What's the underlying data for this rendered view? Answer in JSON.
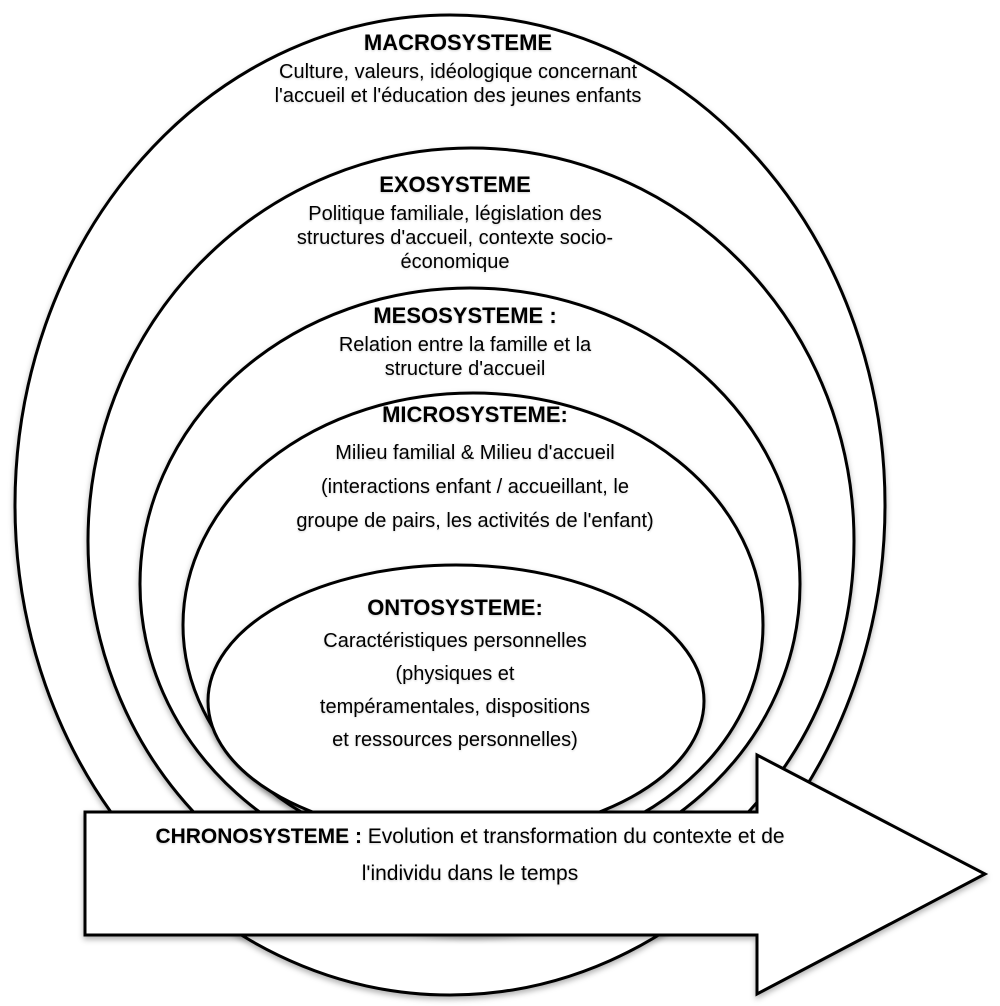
{
  "layers": [
    {
      "id": "macrosysteme",
      "title": "MACROSYSTEME",
      "lines": [
        "Culture, valeurs, idéologique concernant",
        "l'accueil et l'éducation des jeunes enfants"
      ]
    },
    {
      "id": "exosysteme",
      "title": "EXOSYSTEME",
      "lines": [
        "Politique familiale, législation des",
        "structures d'accueil, contexte socio-",
        "économique"
      ]
    },
    {
      "id": "mesosysteme",
      "title": "MESOSYSTEME :",
      "lines": [
        "Relation entre la famille et la",
        "structure d'accueil"
      ]
    },
    {
      "id": "microsysteme",
      "title": "MICROSYSTEME:",
      "lines": [
        "Milieu familial & Milieu d'accueil",
        "(interactions enfant / accueillant, le",
        "groupe de pairs, les activités de l'enfant)"
      ]
    },
    {
      "id": "ontosysteme",
      "title": "ONTOSYSTEME:",
      "lines": [
        "Caractéristiques personnelles",
        "(physiques et",
        "tempéramentales, dispositions",
        "et ressources personnelles)"
      ]
    }
  ],
  "chronosysteme": {
    "title": "CHRONOSYSTEME :",
    "line1": "Evolution et transformation du contexte et de",
    "line2": "l'individu dans le temps"
  },
  "colors": {
    "stroke": "#000000",
    "fill": "#ffffff",
    "background": "#ffffff"
  }
}
